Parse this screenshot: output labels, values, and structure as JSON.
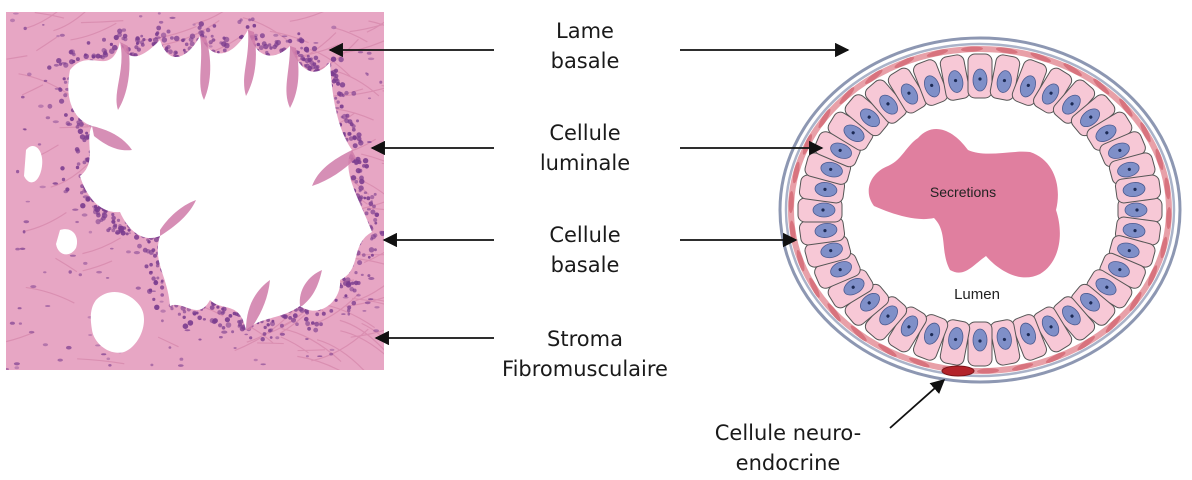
{
  "labels": {
    "lame_basale": [
      "Lame",
      "basale"
    ],
    "cellule_luminale": [
      "Cellule",
      "luminale"
    ],
    "cellule_basale": [
      "Cellule",
      "basale"
    ],
    "stroma": [
      "Stroma",
      "Fibromusculaire"
    ],
    "neuroendocrine": [
      "Cellule neuro-",
      "endocrine"
    ],
    "secretions": "Secretions",
    "lumen": "Lumen"
  },
  "colors": {
    "tissue_background": "#e9a9c6",
    "nuclei": "#7b3d8f",
    "luminal_cell": "#f7c8d6",
    "nucleus_blue": "#7f8fc8",
    "secretions": "#e07f9f",
    "basement_membrane": "#8d97b2",
    "basal_cell": "#d8737e",
    "neuroendocrine_cell": "#b3232a",
    "arrow": "#111111"
  }
}
